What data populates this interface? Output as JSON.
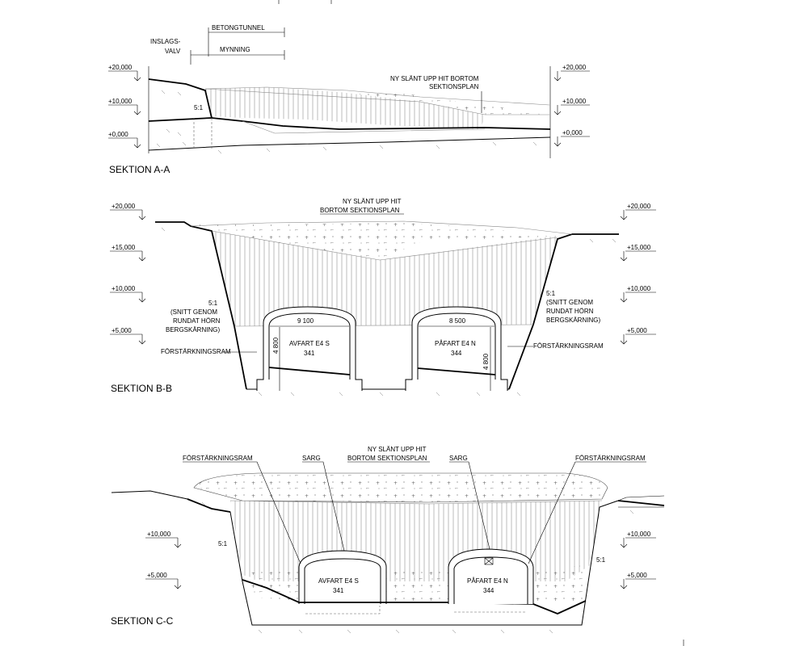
{
  "section_aa": {
    "title": "SEKTION A-A",
    "betongtunnel": "BETONGTUNNEL",
    "inslags_1": "INSLAGS-",
    "inslags_2": "VALV",
    "mynning": "MYNNING",
    "slope": "5:1",
    "note_1": "NY SLÄNT UPP HIT BORTOM",
    "note_2": "SEKTIONSPLAN",
    "levels": [
      "+20,000",
      "+10,000",
      "+0,000"
    ]
  },
  "section_bb": {
    "title": "SEKTION B-B",
    "note_1": "NY SLÄNT UPP HIT",
    "note_2": "BORTOM SEKTIONSPLAN",
    "left_note": [
      "5:1",
      "(SNITT GENOM",
      "RUNDAT HÖRN",
      "BERGSKÄRNING)"
    ],
    "right_note": [
      "5:1",
      "(SNITT GENOM",
      "RUNDAT HÖRN",
      "BERGSKÄRNING)"
    ],
    "frame_label_left": "FÖRSTÄRKNINGSRAM",
    "frame_label_right": "FÖRSTÄRKNINGSRAM",
    "tunnel_left": {
      "width": "9 100",
      "height": "4 800",
      "name": "AVFART E4 S",
      "num": "341"
    },
    "tunnel_right": {
      "width": "8 500",
      "height": "4 800",
      "name": "PÅFART E4 N",
      "num": "344"
    },
    "levels": [
      "+20,000",
      "+15,000",
      "+10,000",
      "+5,000"
    ]
  },
  "section_cc": {
    "title": "SEKTION C-C",
    "note_1": "NY SLÄNT UPP HIT",
    "note_2": "BORTOM SEKTIONSPLAN",
    "frame_label_left": "FÖRSTÄRKNINGSRAM",
    "frame_label_right": "FÖRSTÄRKNINGSRAM",
    "sarg_left": "SARG",
    "sarg_right": "SARG",
    "slope_left": "5:1",
    "slope_right": "5:1",
    "tunnel_left": {
      "name": "AVFART E4 S",
      "num": "341"
    },
    "tunnel_right": {
      "name": "PÅFART E4 N",
      "num": "344"
    },
    "levels": [
      "+10,000",
      "+5,000"
    ]
  }
}
